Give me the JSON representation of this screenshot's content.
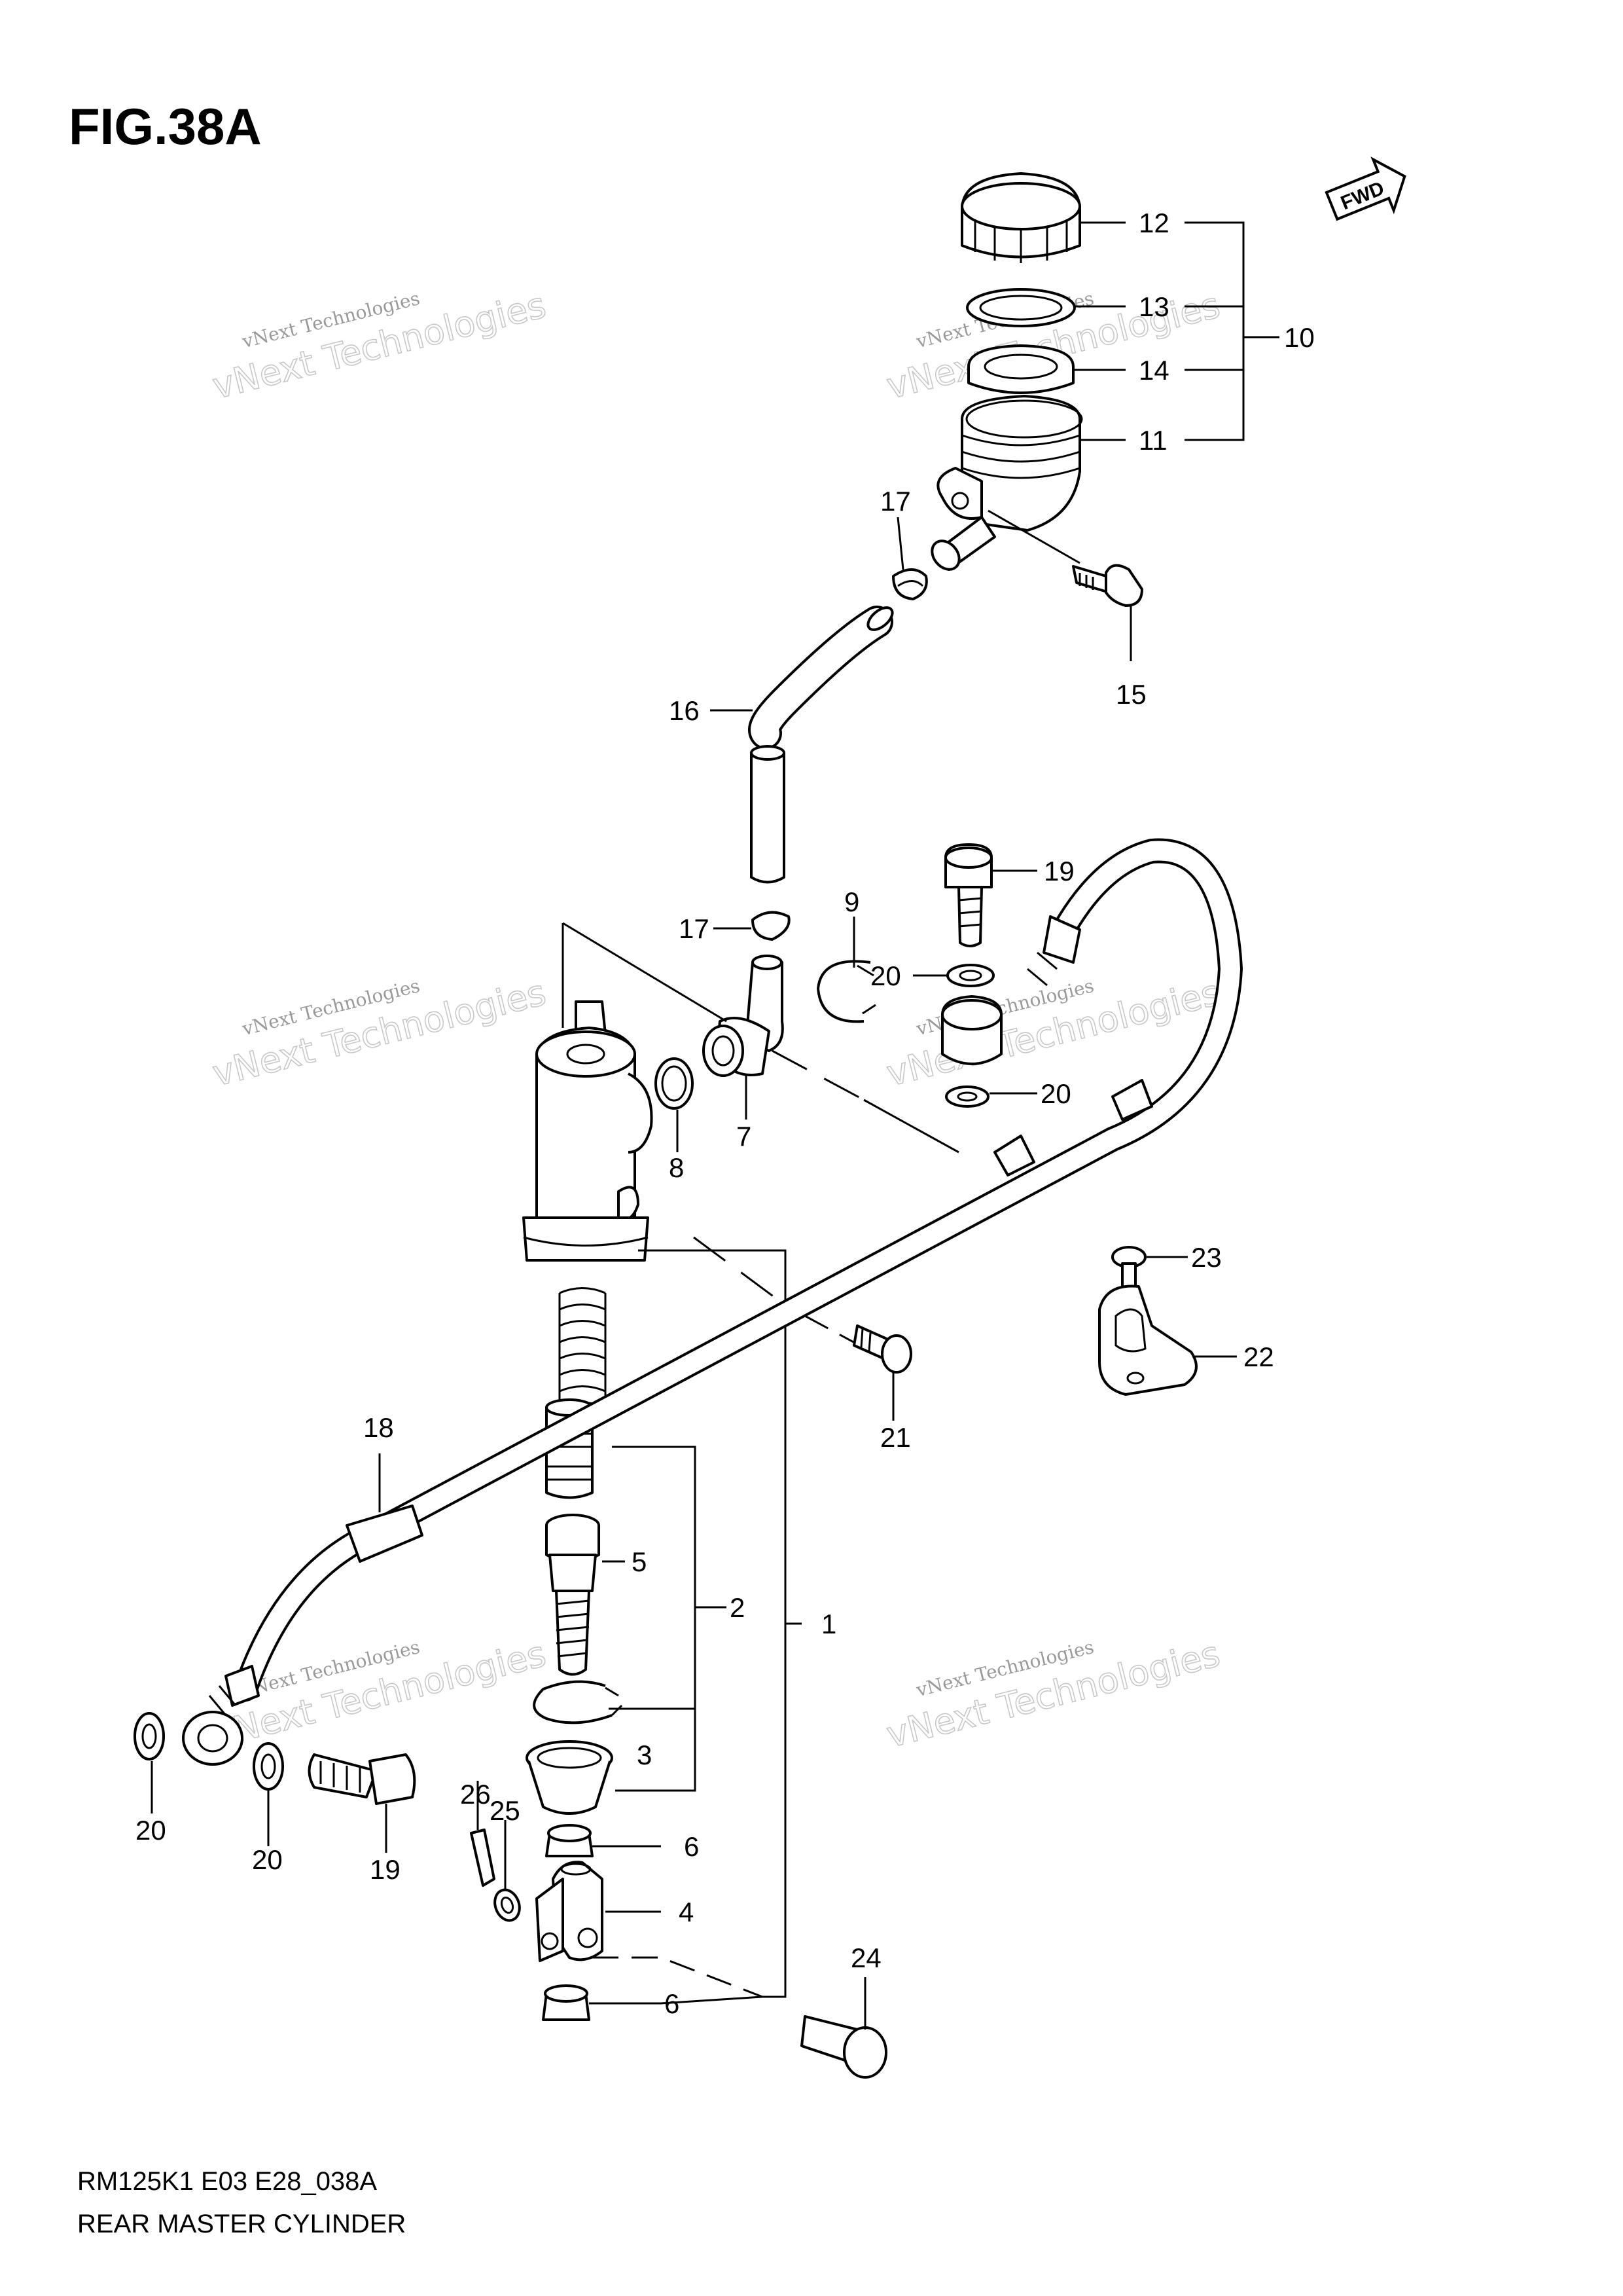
{
  "figure": {
    "title": "FIG.38A"
  },
  "footer": {
    "code": "RM125K1 E03 E28_038A",
    "caption": "REAR MASTER CYLINDER"
  },
  "fwd_badge": "FWD",
  "watermark": {
    "line1": "vNext Technologies",
    "line2": "vNext Technologies"
  },
  "callouts": {
    "c12": "12",
    "c13": "13",
    "c14": "14",
    "c11": "11",
    "c10": "10",
    "c17a": "17",
    "c15": "15",
    "c16": "16",
    "c19a": "19",
    "c9": "9",
    "c17b": "17",
    "c20a": "20",
    "c20b": "20",
    "c8": "8",
    "c7": "7",
    "c23": "23",
    "c22": "22",
    "c21": "21",
    "c18": "18",
    "c5": "5",
    "c2": "2",
    "c1": "1",
    "c3": "3",
    "c6a": "6",
    "c26": "26",
    "c25": "25",
    "c4": "4",
    "c6b": "6",
    "c24": "24",
    "c20c": "20",
    "c20d": "20",
    "c19b": "19"
  }
}
